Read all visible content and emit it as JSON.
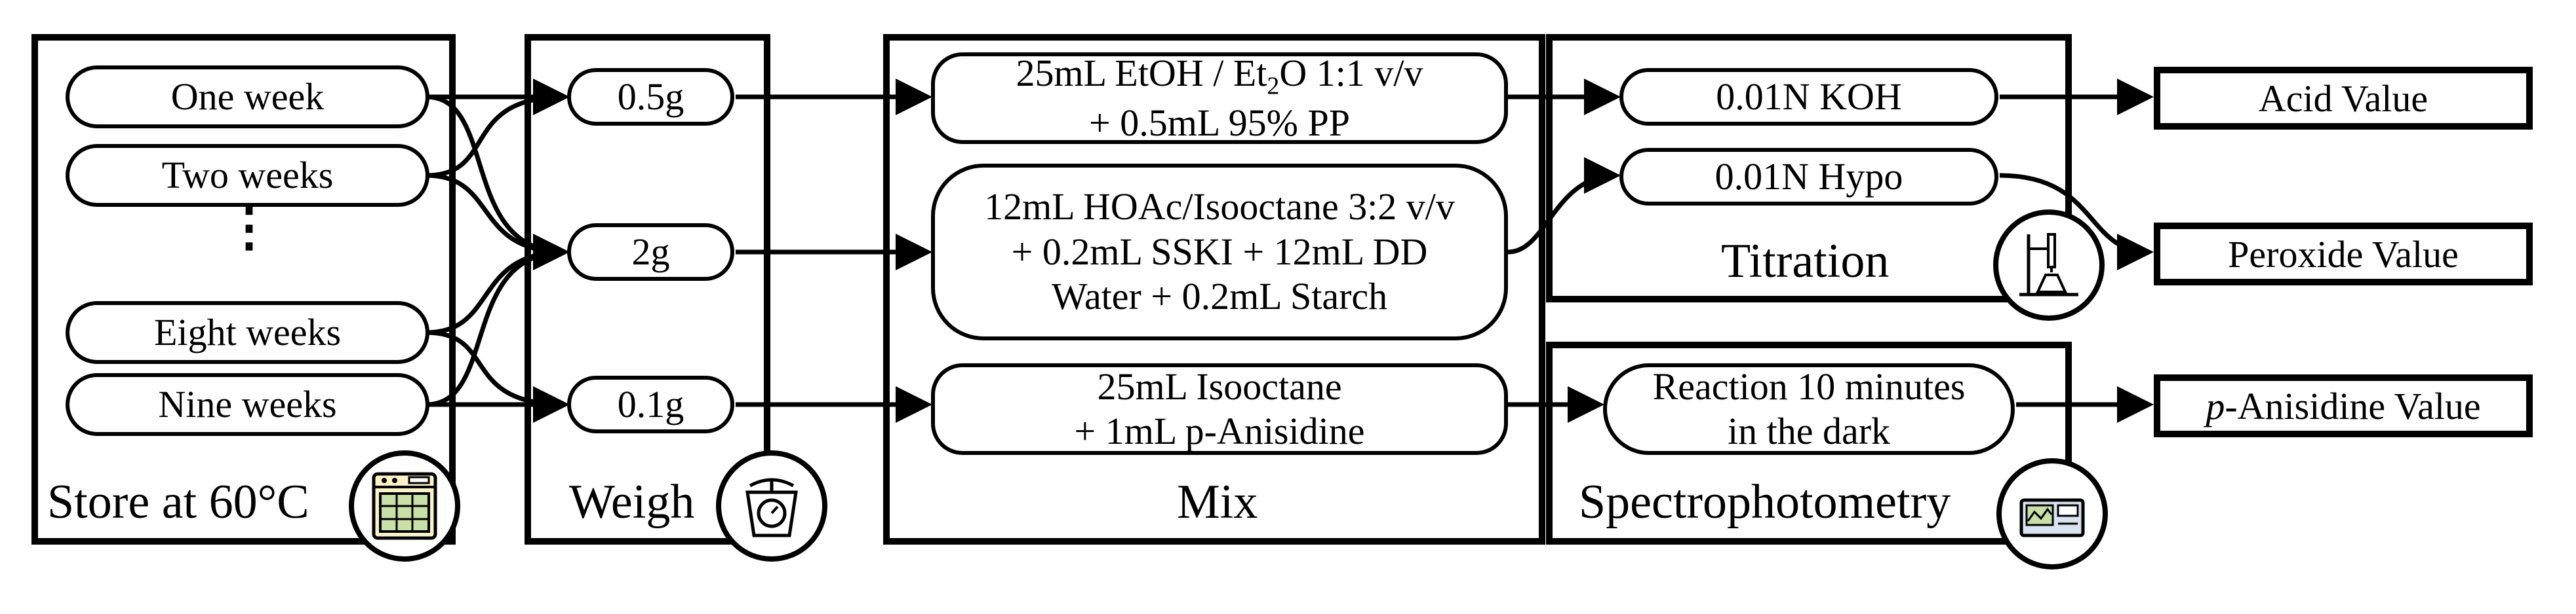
{
  "stages": {
    "store": {
      "label": "Store at 60°C",
      "items": [
        "One week",
        "Two weeks",
        "Eight weeks",
        "Nine weeks"
      ],
      "ellipsis": "⋮"
    },
    "weigh": {
      "label": "Weigh",
      "items": [
        "0.5g",
        "2g",
        "0.1g"
      ]
    },
    "mix": {
      "label": "Mix",
      "acid_mix": {
        "line1_pre": "25mL EtOH / Et",
        "line1_sub": "2",
        "line1_post": "O 1:1 v/v",
        "line2": "+ 0.5mL 95% PP"
      },
      "peroxide_mix": {
        "line1": "12mL HOAc/Isooctane 3:2 v/v",
        "line2": "+ 0.2mL SSKI + 12mL DD",
        "line3": "Water + 0.2mL Starch"
      },
      "anisidine_mix": {
        "line1": "25mL Isooctane",
        "line2": "+ 1mL p-Anisidine"
      }
    },
    "titration": {
      "label": "Titration",
      "items": [
        "0.01N  KOH",
        "0.01N Hypo"
      ]
    },
    "spectro": {
      "label": "Spectrophotometry",
      "item_line1": "Reaction 10 minutes",
      "item_line2": "in the dark"
    }
  },
  "results": {
    "acid": "Acid Value",
    "peroxide": "Peroxide Value",
    "anisidine_italic": "p",
    "anisidine_rest": "-Anisidine Value"
  },
  "icons": [
    "oven-icon",
    "scale-icon",
    "titration-apparatus-icon",
    "spectrophotometer-icon"
  ],
  "colors": {
    "stroke": "#000000",
    "icon_fill": "#fbf3c8",
    "icon_green": "#c9dfa8",
    "icon_blue": "#d9e4f0"
  }
}
